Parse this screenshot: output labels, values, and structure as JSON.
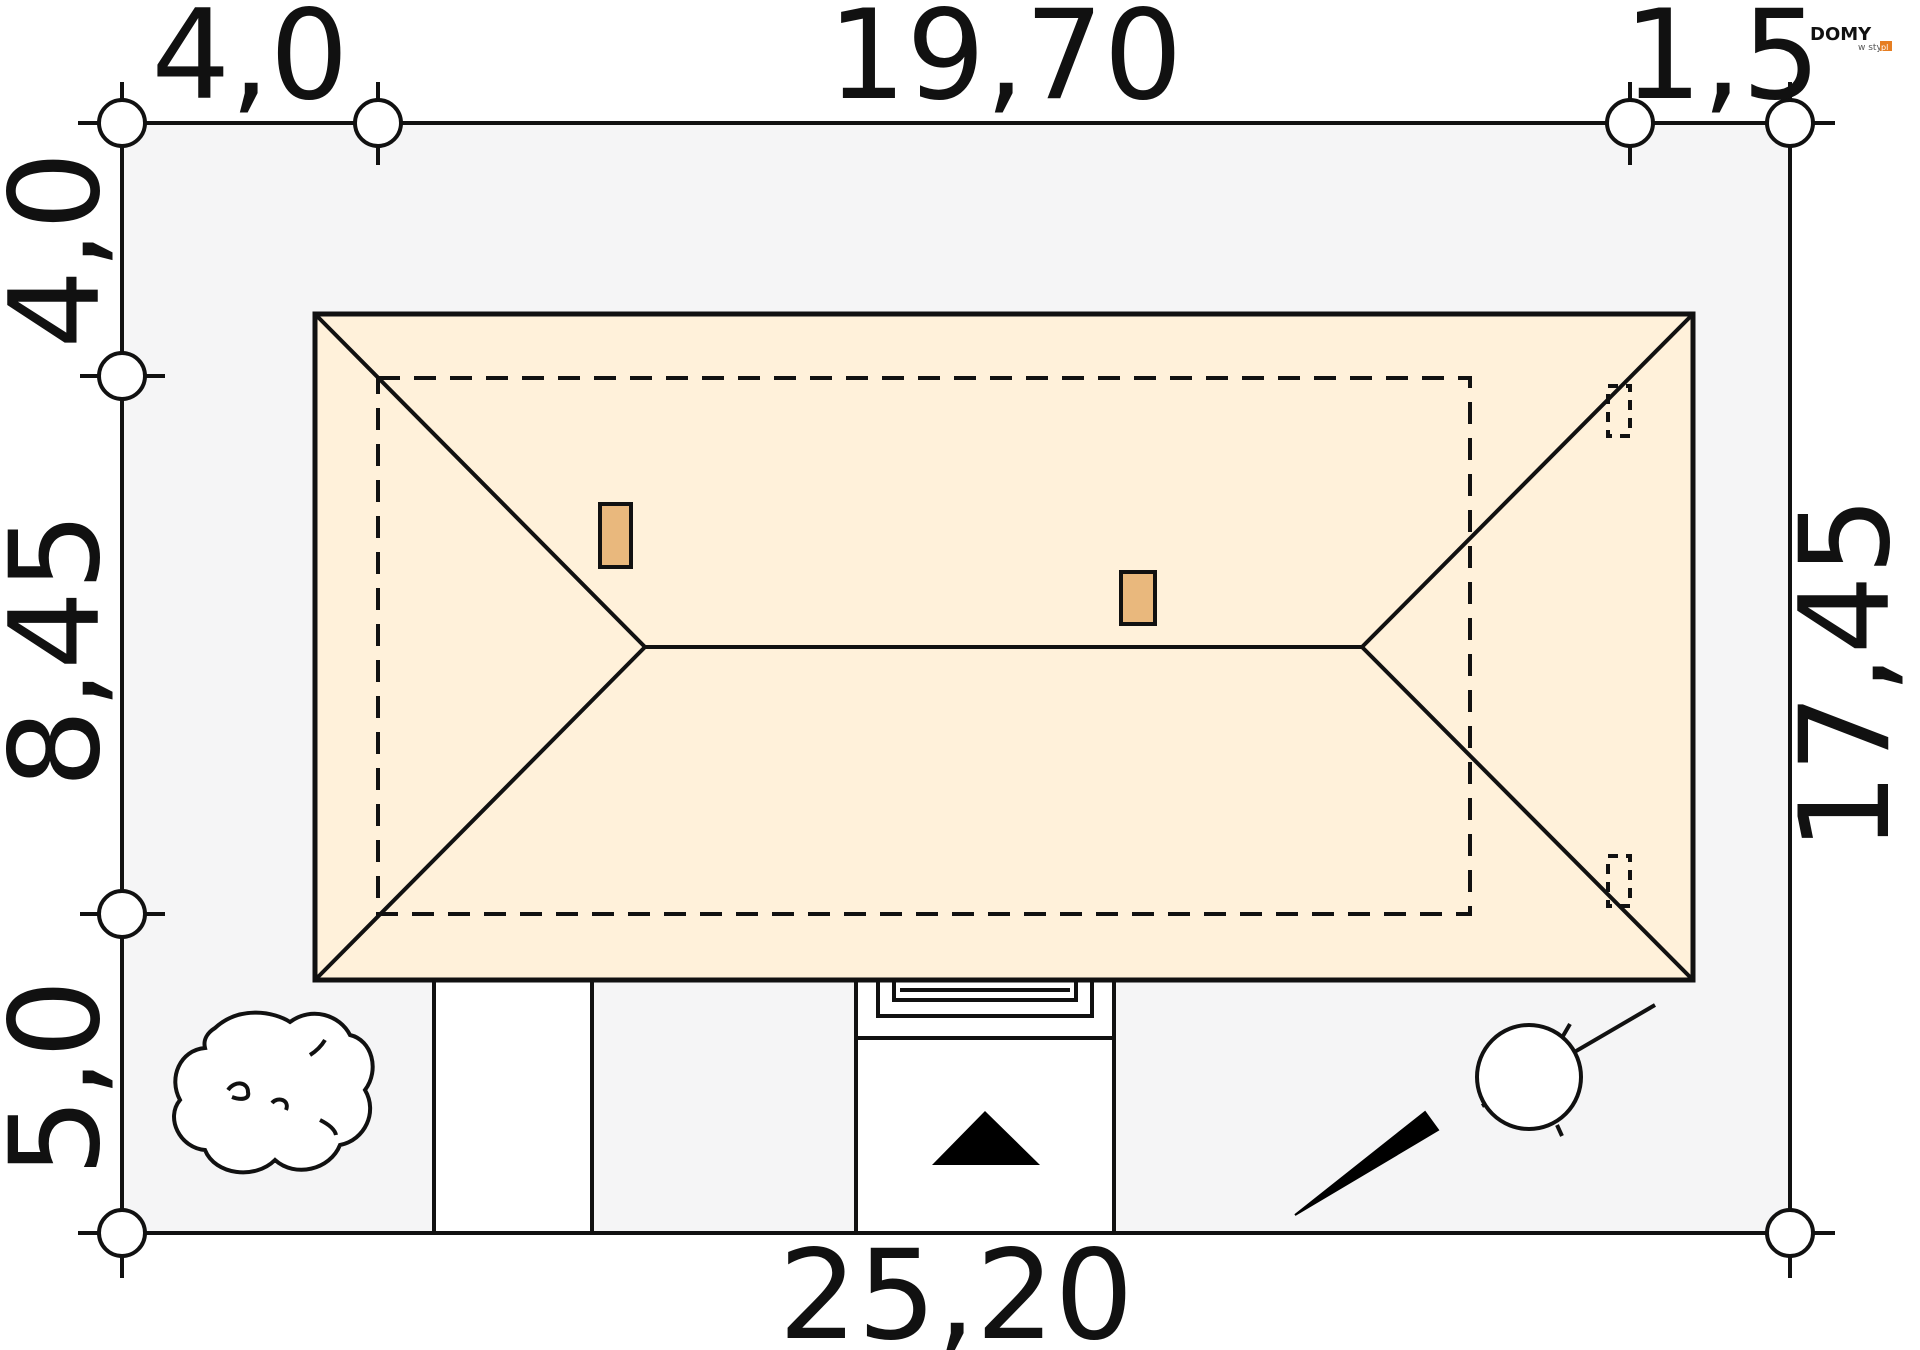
{
  "logo": {
    "brand": "DOMY",
    "tagline": "w stylu",
    "badge": "pl"
  },
  "dimensions": {
    "top_left": "4,0",
    "top_center": "19,70",
    "top_right": "1,5",
    "bottom": "25,20",
    "left_top": "4,0",
    "left_middle": "8,45",
    "left_bottom": "5,0",
    "right": "17,45"
  },
  "colors": {
    "plot": "#f5f5f6",
    "roof": "#fff1da",
    "chimney": "#e9b87d",
    "line": "#111111"
  },
  "icons": {
    "tree": "tree-icon",
    "entrance": "entrance-arrow-icon",
    "north": "north-arrow-icon"
  }
}
